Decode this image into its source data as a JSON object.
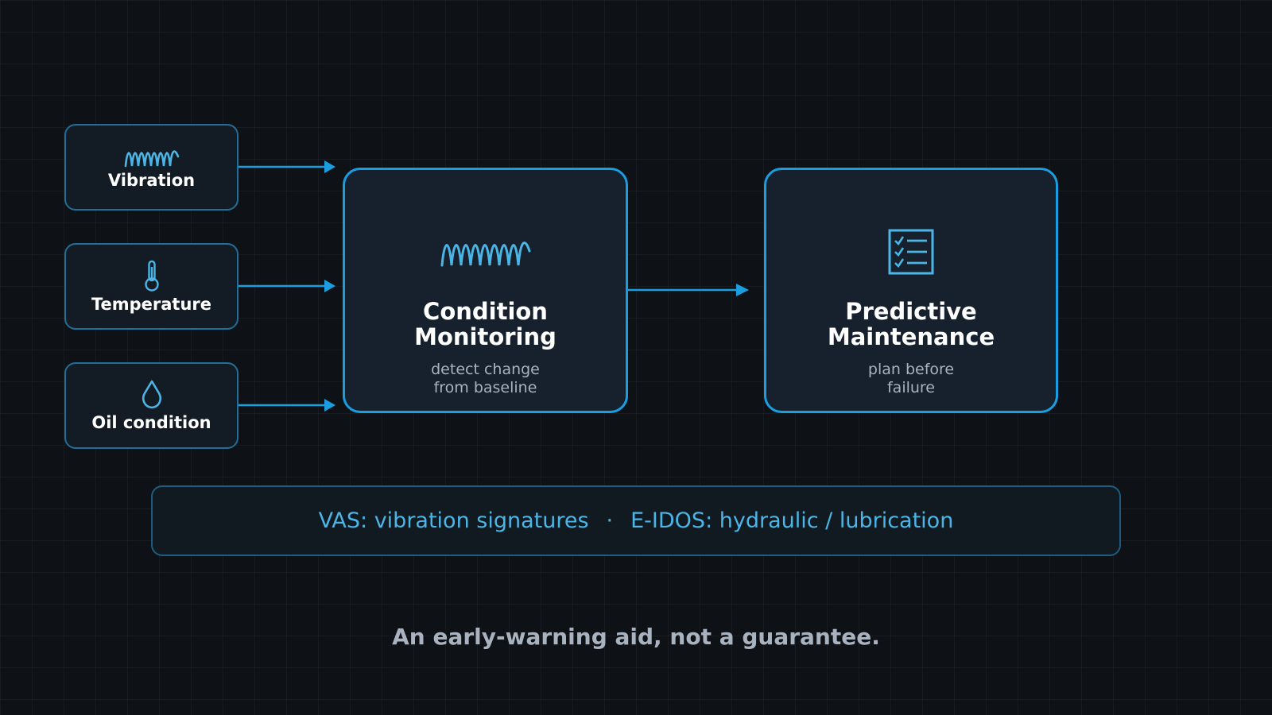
{
  "inputs": [
    {
      "label": "Vibration",
      "icon": "wave-icon"
    },
    {
      "label": "Temperature",
      "icon": "thermometer-icon"
    },
    {
      "label": "Oil condition",
      "icon": "droplet-icon"
    }
  ],
  "condition_monitoring": {
    "title_line1": "Condition",
    "title_line2": "Monitoring",
    "sub_line1": "detect change",
    "sub_line2": "from baseline",
    "icon": "wave-icon"
  },
  "predictive_maintenance": {
    "title_line1": "Predictive",
    "title_line2": "Maintenance",
    "sub_line1": "plan before",
    "sub_line2": "failure",
    "icon": "checklist-icon"
  },
  "info_bar": {
    "left": "VAS: vibration signatures",
    "separator": "·",
    "right": "E-IDOS: hydraulic / lubrication"
  },
  "footer": "An early-warning aid, not a guarantee.",
  "colors": {
    "accent": "#1a9ee0",
    "icon": "#4bb6e6",
    "background": "#0e1217"
  }
}
